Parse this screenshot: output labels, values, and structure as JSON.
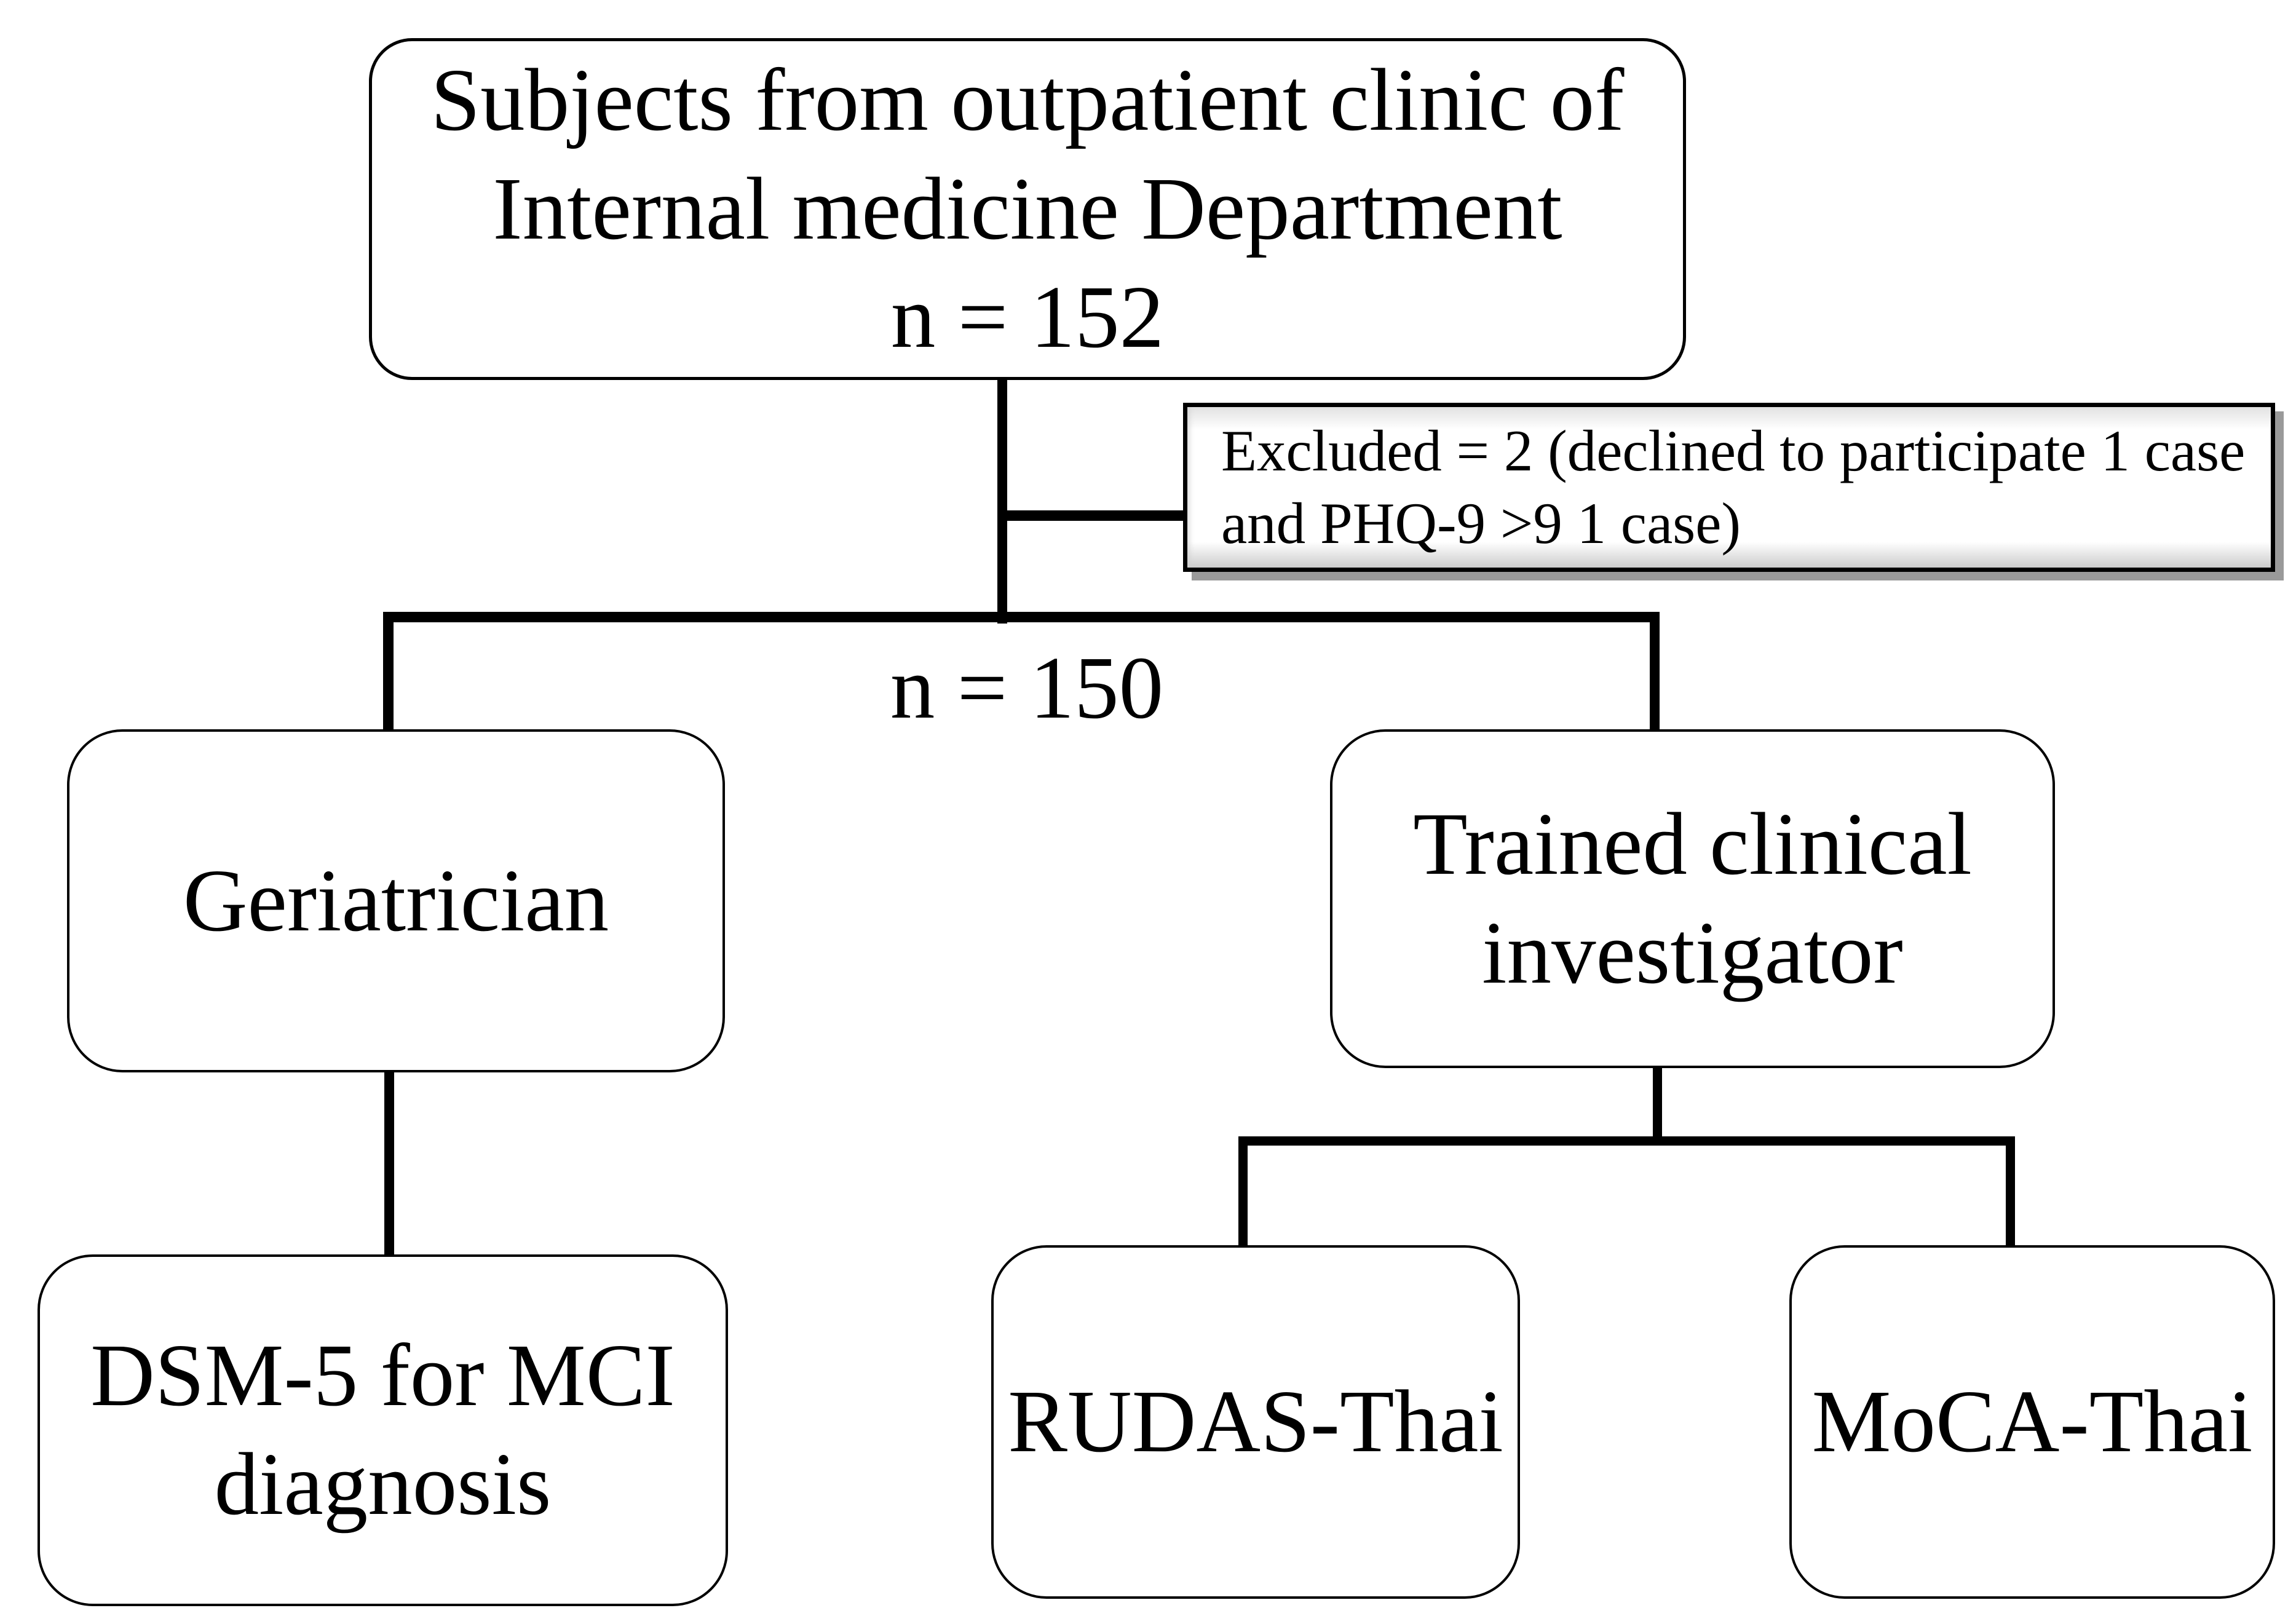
{
  "nodes": {
    "subjects": {
      "lines": [
        "Subjects from outpatient clinic of",
        "Internal medicine Department",
        "n = 152"
      ]
    },
    "excluded": {
      "lines": [
        "Excluded = 2 (declined to participate 1 case",
        "and PHQ-9 >9 1 case)"
      ]
    },
    "branch_count_label": "n = 150",
    "geriatrician": {
      "label": "Geriatrician"
    },
    "investigator": {
      "lines": [
        "Trained clinical",
        "investigator"
      ]
    },
    "dsm5": {
      "lines": [
        "DSM-5 for MCI",
        "diagnosis"
      ]
    },
    "rudas": {
      "label": "RUDAS-Thai"
    },
    "moca": {
      "label": "MoCA-Thai"
    }
  },
  "colors": {
    "background": "#ffffff",
    "line": "#000000",
    "box_border": "#000000",
    "text": "#000000",
    "excluded_shadow": "#9a9a9a"
  }
}
